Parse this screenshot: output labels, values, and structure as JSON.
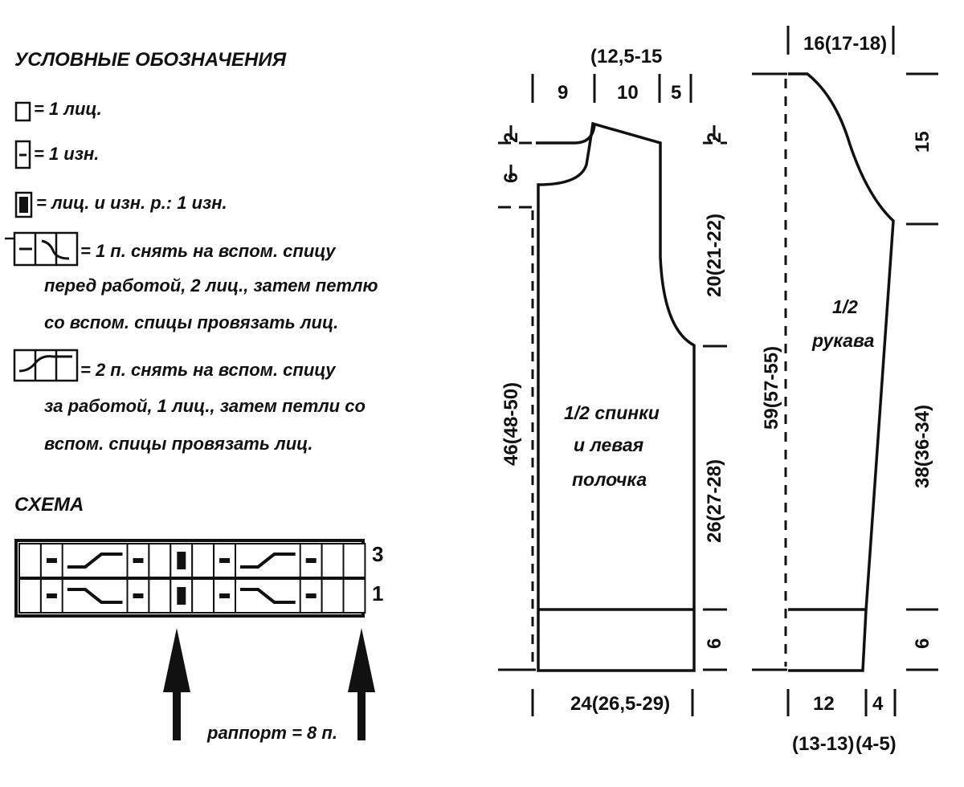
{
  "legend": {
    "title": "УСЛОВНЫЕ ОБОЗНАЧЕНИЯ",
    "knit": "= 1 лиц.",
    "purl": "= 1 изн.",
    "filled": "= лиц. и изн. р.: 1 изн.",
    "cable_front": [
      "= 1 п. снять на вспом. спицу",
      "перед работой, 2 лиц., затем петлю",
      "со вспом. спицы провязать лиц."
    ],
    "cable_back": [
      "= 2 п. снять на вспом. спицу",
      "за работой, 1 лиц., затем петли со",
      "вспом. спицы провязать лиц."
    ]
  },
  "chart": {
    "title": "СХЕМА",
    "row_labels": [
      "3",
      "1"
    ],
    "repeat_label": "раппорт = 8 п."
  },
  "back": {
    "label": [
      "1/2 спинки",
      "и левая",
      "полочка"
    ],
    "top_alt": "(12,5-15",
    "top_dims": [
      "9",
      "10",
      "5"
    ],
    "left_dims": [
      "2",
      "6",
      "46(48-50)"
    ],
    "right_dims": [
      "2",
      "20(21-22)",
      "26(27-28)",
      "6"
    ],
    "bottom_dim": "24(26,5-29)"
  },
  "sleeve": {
    "label": [
      "1/2",
      "рукава"
    ],
    "top_dim": "16(17-18)",
    "left_dim": "59(57-55)",
    "right_dims": [
      "15",
      "38(36-34)",
      "6"
    ],
    "bottom_dims": [
      "12",
      "4",
      "(13-13)",
      "(4-5)"
    ]
  }
}
